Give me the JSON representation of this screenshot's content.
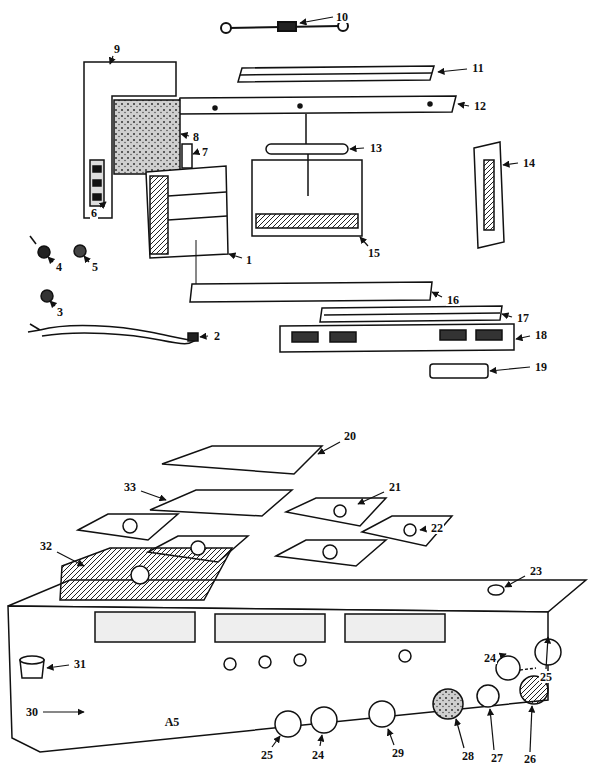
{
  "diagram": {
    "labels": [
      "10",
      "11",
      "12",
      "9",
      "8",
      "7",
      "6",
      "4",
      "5",
      "3",
      "2",
      "1",
      "13",
      "14",
      "15",
      "16",
      "17",
      "18",
      "19",
      "20",
      "33",
      "21",
      "22",
      "32",
      "23",
      "24",
      "25",
      "31",
      "30",
      "A5",
      "25",
      "24",
      "29",
      "28",
      "27",
      "26"
    ]
  }
}
